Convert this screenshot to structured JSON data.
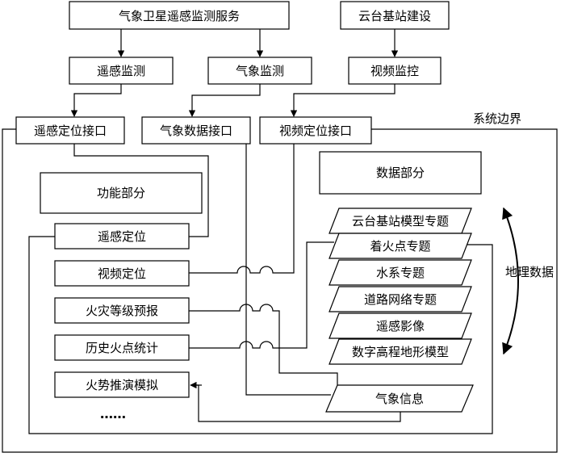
{
  "diagram": {
    "top": {
      "weather_satellite_service": "气象卫星遥感监测服务",
      "ptz_base_station_construction": "云台基站建设",
      "remote_sensing_monitoring": "遥感监测",
      "weather_monitoring": "气象监测",
      "video_monitoring": "视频监控"
    },
    "interfaces": {
      "remote_sensing_locating_interface": "遥感定位接口",
      "weather_data_interface": "气象数据接口",
      "video_locating_interface": "视频定位接口"
    },
    "system_boundary_label": "系统边界",
    "function_part": {
      "title": "功能部分",
      "items": [
        "遥感定位",
        "视频定位",
        "火灾等级预报",
        "历史火点统计",
        "火势推演模拟"
      ],
      "ellipsis": "……"
    },
    "data_part": {
      "title": "数据部分",
      "geo_data_label": "地理数据",
      "layers": [
        "云台基站模型专题",
        "着火点专题",
        "水系专题",
        "道路网络专题",
        "遥感影像",
        "数字高程地形模型"
      ],
      "weather_info": "气象信息"
    }
  }
}
